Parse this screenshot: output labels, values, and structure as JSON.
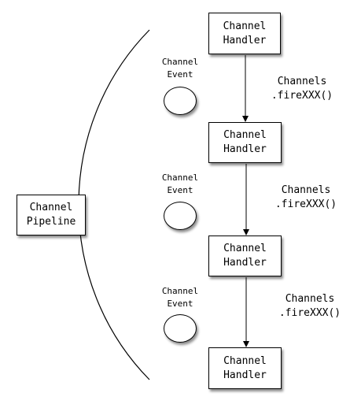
{
  "pipeline": {
    "line1": "Channel",
    "line2": "Pipeline"
  },
  "handlers": [
    {
      "line1": "Channel",
      "line2": "Handler"
    },
    {
      "line1": "Channel",
      "line2": "Handler"
    },
    {
      "line1": "Channel",
      "line2": "Handler"
    },
    {
      "line1": "Channel",
      "line2": "Handler"
    }
  ],
  "events": [
    {
      "line1": "Channel",
      "line2": "Event"
    },
    {
      "line1": "Channel",
      "line2": "Event"
    },
    {
      "line1": "Channel",
      "line2": "Event"
    }
  ],
  "calls": [
    {
      "line1": "Channels",
      "line2": ".fireXXX()"
    },
    {
      "line1": "Channels",
      "line2": ".fireXXX()"
    },
    {
      "line1": "Channels",
      "line2": ".fireXXX()"
    }
  ]
}
